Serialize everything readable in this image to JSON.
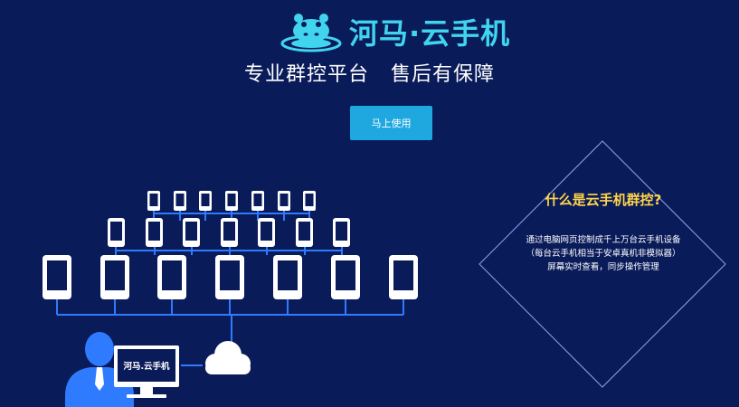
{
  "brand": {
    "name": "河马·云手机",
    "logo_icon": "hippo-icon"
  },
  "slogan": "专业群控平台   售后有保障",
  "cta": {
    "label": "马上使用"
  },
  "diagram": {
    "monitor_label": "河马.云手机",
    "icons": [
      "user-silhouette-icon",
      "monitor-icon",
      "cloud-icon",
      "phone-icon"
    ]
  },
  "info": {
    "title": "什么是云手机群控?",
    "lines": [
      "通过电脑网页控制成千上万台云手机设备",
      "（每台云手机相当于安卓真机非模拟器）",
      "屏幕实时查看，同步操作管理"
    ]
  },
  "colors": {
    "background": "#0a1b5a",
    "brand": "#40d4ef",
    "accent_button": "#1fa8e0",
    "network_line": "#2f7bff",
    "info_title": "#ffd54a"
  }
}
